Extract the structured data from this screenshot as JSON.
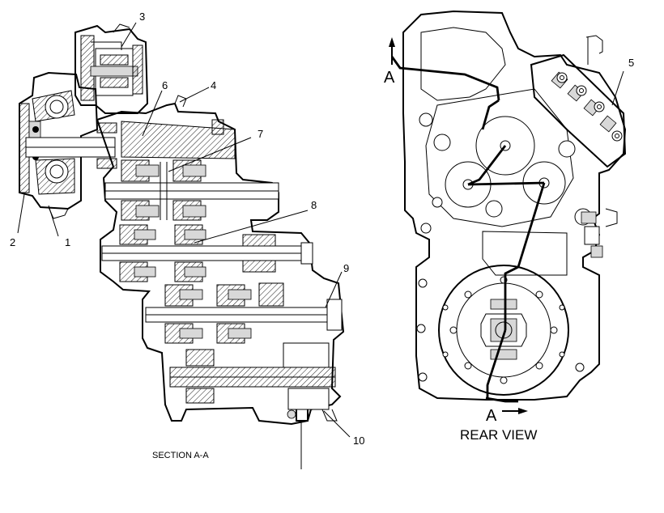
{
  "callouts": [
    {
      "label": "1"
    },
    {
      "label": "2"
    },
    {
      "label": "3"
    },
    {
      "label": "4"
    },
    {
      "label": "5"
    },
    {
      "label": "6"
    },
    {
      "label": "7"
    },
    {
      "label": "8"
    },
    {
      "label": "9"
    },
    {
      "label": "10"
    }
  ],
  "section_view": {
    "caption": "SECTION A-A"
  },
  "rear_view": {
    "caption": "REAR VIEW",
    "section_marker_top": "A",
    "section_marker_bottom": "A"
  }
}
